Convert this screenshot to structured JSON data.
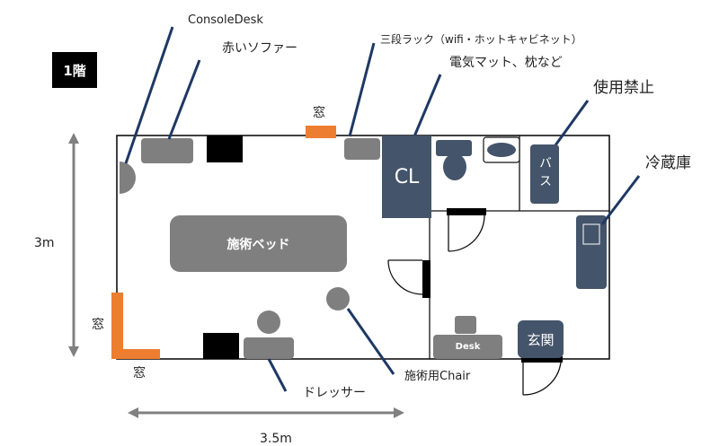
{
  "floor_label": "1階",
  "labels": {
    "console_desk": "ConsoleDesk",
    "red_sofa": "赤いソファー",
    "window_top": "窓",
    "rack": "三段ラック（wifi・ホットキャビネット）",
    "electric_mat": "電気マット、枕など",
    "unused": "使用禁止",
    "fridge": "冷蔵庫",
    "window_left": "窓",
    "window_bottom": "窓",
    "dresser": "ドレッサー",
    "treatment_chair": "施術用Chair"
  },
  "furniture": {
    "treatment_bed": "施術ベッド",
    "closet": "CL",
    "bath": "バス",
    "desk": "Desk",
    "entrance": "玄関"
  },
  "dimensions": {
    "height": "3m",
    "width": "3.5m"
  },
  "colors": {
    "wall": "#111111",
    "furniture_gray": "#7f7f7f",
    "furniture_navy": "#44546a",
    "window_orange": "#ed7d31",
    "leader_navy": "#1f3864",
    "arrow_gray": "#808080"
  }
}
